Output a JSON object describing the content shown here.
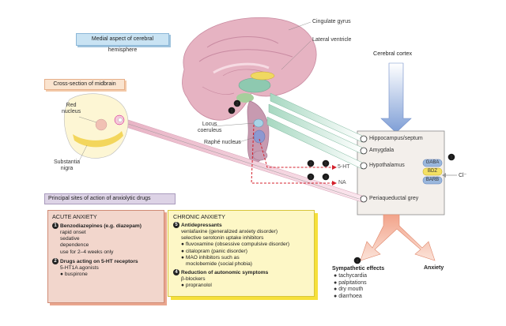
{
  "titles": {
    "medial": "Medial aspect of cerebral hemisphere",
    "midbrain": "Cross-section of midbrain",
    "principal": "Principal sites of action of anxiolytic drugs"
  },
  "brain_labels": {
    "cingulate": "Cingulate gyrus",
    "lateral_ventricle": "Lateral ventricle",
    "cerebral_cortex": "Cerebral cortex",
    "locus": "Locus\ncoeruleus",
    "raphe": "Raphé nucleus",
    "red_nucleus": "Red\nnucleus",
    "substantia": "Substantia\nnigra"
  },
  "targets": [
    "Hippocampus/septum",
    "Amygdala",
    "Hypothalamus",
    "Periaqueductal grey"
  ],
  "pathways": {
    "ht": "5-HT",
    "na": "NA"
  },
  "receptor": {
    "items": [
      "GABA",
      "BDZ",
      "BARB"
    ],
    "ion": "Cl⁻",
    "marker": "1"
  },
  "markers": {
    "m1": "1",
    "m2": "2",
    "m3": "3",
    "m4": "4",
    "m5": "5"
  },
  "effects": {
    "marker": "4",
    "sym_title": "Sympathetic effects",
    "sym_items": [
      "tachycardia",
      "palpitations",
      "dry mouth",
      "diarrhoea"
    ],
    "anxiety": "Anxiety"
  },
  "acute": {
    "title": "ACUTE ANXIETY",
    "item1_num": "1",
    "item1_title": "Benzodiazepines (e.g. diazepam)",
    "item1_lines": [
      "rapid onset",
      "sedative",
      "dependence",
      "use for 2–4 weeks only"
    ],
    "item2_num": "2",
    "item2_title": "Drugs acting on 5-HT receptors",
    "item2_line": "5-HT1A agonists",
    "item2_bullet": "buspirone"
  },
  "chronic": {
    "title": "CHRONIC ANXIETY",
    "item1_num": "5",
    "item1_title": "Antidepressants",
    "item1_lines": [
      "venlafaxine (generalized anxiety disorder)",
      "selective serotonin uptake inhibitors"
    ],
    "item1_bullets": [
      "fluvoxamine (obsessive compulsive disorder)",
      "citalopram (panic disorder)",
      "MAO inhibitors such as",
      "moclobemide (social phobia)"
    ],
    "item2_num": "4",
    "item2_title": "Reduction of autonomic symptoms",
    "item2_line": "β-blockers",
    "item2_bullet": "propranolol"
  },
  "colors": {
    "brain": "#e9b9c6",
    "teal": "#8fc9b4",
    "pink_box": "#f2d6cc",
    "yellow_box": "#fdf7c6",
    "yellow_frame": "#f6e03a",
    "blue_label": "#c9e3f3",
    "gaba": "#9ab7dd",
    "bdz": "#f4e063",
    "barb": "#9ab7dd",
    "red_dash": "#d4202c"
  }
}
